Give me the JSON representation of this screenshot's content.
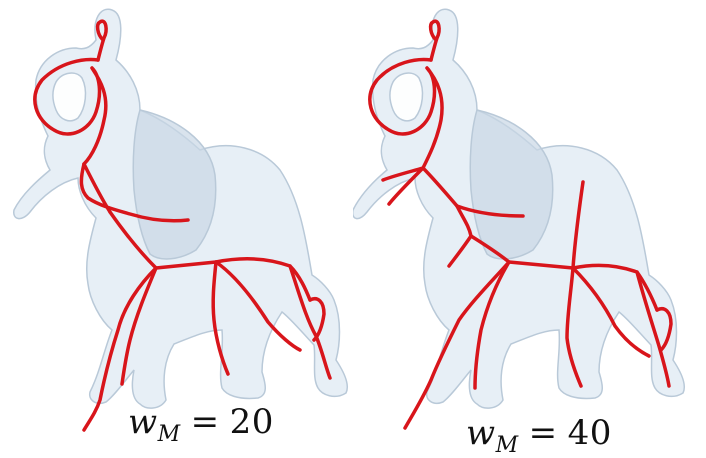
{
  "panels": [
    {
      "id": "left",
      "label": {
        "var": "w",
        "sub": "M",
        "eq": "=",
        "value": "20"
      }
    },
    {
      "id": "right",
      "label": {
        "var": "w",
        "sub": "M",
        "eq": "=",
        "value": "40"
      }
    }
  ],
  "colors": {
    "mesh_fill": "#dfe9f3",
    "mesh_stroke": "#b9c9d8",
    "mesh_shadow": "#c9d7e6",
    "skeleton": "#d8151b"
  }
}
